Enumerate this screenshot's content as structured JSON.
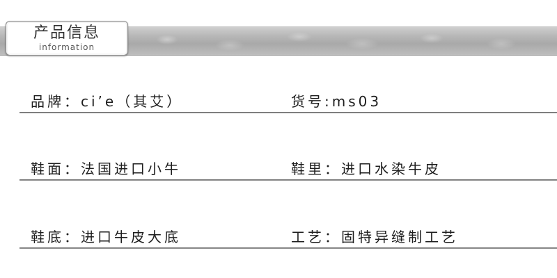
{
  "header": {
    "title": "产品信息",
    "subtitle": "information"
  },
  "rows": [
    {
      "left": "品牌：ci’e（其艾）",
      "right": "货号:ms03"
    },
    {
      "left": "鞋面：法国进口小牛",
      "right": "鞋里：进口水染牛皮"
    },
    {
      "left": "鞋底：进口牛皮大底",
      "right": "工艺：固特异缝制工艺"
    }
  ],
  "colors": {
    "band": "#b8b8b8",
    "line": "#7a7a7a",
    "text": "#1e1e1e"
  }
}
